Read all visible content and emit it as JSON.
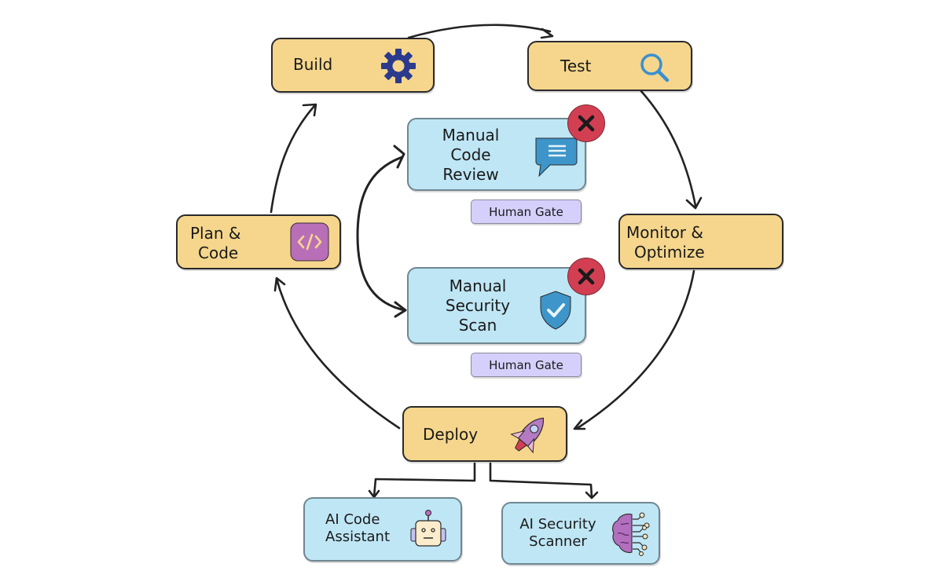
{
  "diagram": {
    "type": "cycle-flow",
    "stages": [
      {
        "id": "build",
        "label": "Build",
        "icon": "gear-icon"
      },
      {
        "id": "test",
        "label": "Test",
        "icon": "magnifier-icon"
      },
      {
        "id": "monitor",
        "label_line1": "Monitor &",
        "label_line2": "Optimize"
      },
      {
        "id": "deploy",
        "label": "Deploy",
        "icon": "rocket-icon"
      },
      {
        "id": "plan",
        "label_line1": "Plan &",
        "label_line2": "Code",
        "icon": "code-icon"
      }
    ],
    "manual_checks": [
      {
        "id": "code-review",
        "line1": "Manual",
        "line2": "Code",
        "line3": "Review",
        "icon": "chat-bubble-icon",
        "status": "rejected",
        "gate": "Human Gate"
      },
      {
        "id": "security-scan",
        "line1": "Manual",
        "line2": "Security",
        "line3": "Scan",
        "icon": "shield-check-icon",
        "status": "rejected",
        "gate": "Human Gate"
      }
    ],
    "ai_tools": [
      {
        "id": "ai-code-assistant",
        "line1": "AI Code",
        "line2": "Assistant",
        "icon": "robot-icon"
      },
      {
        "id": "ai-security-scanner",
        "line1": "AI Security",
        "line2": "Scanner",
        "icon": "brain-circuit-icon"
      }
    ],
    "edges": [
      {
        "from": "build",
        "to": "test"
      },
      {
        "from": "test",
        "to": "monitor"
      },
      {
        "from": "monitor",
        "to": "deploy"
      },
      {
        "from": "deploy",
        "to": "plan"
      },
      {
        "from": "plan",
        "to": "build"
      },
      {
        "from": "code-review",
        "to": "security-scan",
        "bidirectional": true
      },
      {
        "from": "deploy",
        "to": "ai-code-assistant"
      },
      {
        "from": "deploy",
        "to": "ai-security-scanner"
      }
    ],
    "colors": {
      "stage_fill": "#f5d68c",
      "check_fill": "#bfe6f5",
      "gate_fill": "#d4d0fb",
      "reject_badge": "#d33f52",
      "gear": "#2b3a8c",
      "magnifier": "#3a8fd0",
      "code_icon": "#b86fb8",
      "chat_icon": "#3d95c9",
      "shield_icon": "#3d95c9",
      "rocket": "#b57ac2",
      "brain": "#b26fbd"
    }
  }
}
